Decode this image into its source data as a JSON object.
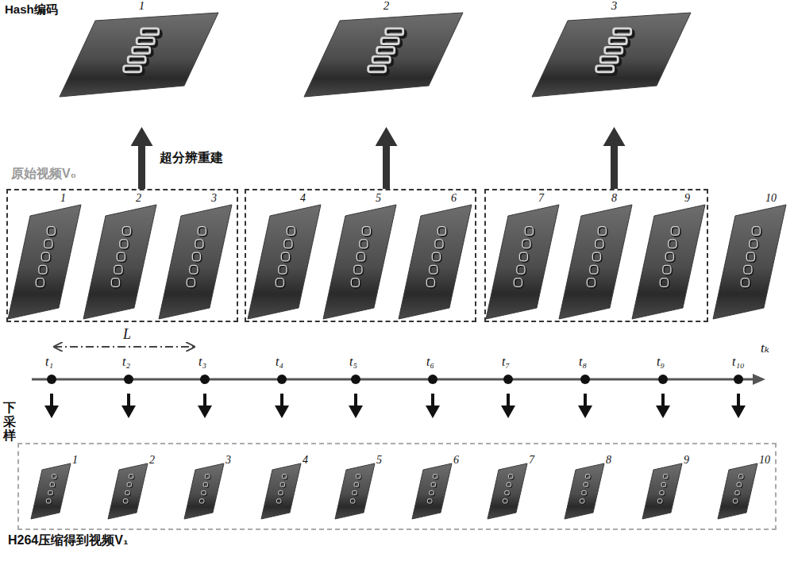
{
  "diagram": {
    "nodes": [
      {
        "text": [
          "1"
        ]
      },
      {
        "text": [
          "2"
        ]
      },
      {
        "text": [
          "3"
        ]
      },
      {
        "text": [
          "原始视频V₀"
        ]
      },
      {
        "text": []
      },
      {
        "text": []
      },
      {
        "text": [
          "1"
        ],
        "in": 3
      },
      {
        "text": [
          "2"
        ],
        "in": 3
      },
      {
        "text": [
          "3"
        ],
        "in": 3
      },
      {
        "text": [
          "4"
        ],
        "in": 4
      },
      {
        "text": [
          "5"
        ],
        "in": 4
      },
      {
        "text": [
          "6"
        ],
        "in": 4
      },
      {
        "text": [
          "7"
        ],
        "in": 5
      },
      {
        "text": [
          "8"
        ],
        "in": 5
      },
      {
        "text": [
          "9"
        ],
        "in": 5
      },
      {
        "text": [
          "10"
        ]
      },
      {
        "text": [
          "H264压缩得到视频V₁"
        ]
      },
      {
        "text": [
          "1"
        ],
        "in": 16
      },
      {
        "text": [
          "2"
        ],
        "in": 16
      },
      {
        "text": [
          "3"
        ],
        "in": 16
      },
      {
        "text": [
          "4"
        ],
        "in": 16
      },
      {
        "text": [
          "5"
        ],
        "in": 16
      },
      {
        "text": [
          "6"
        ],
        "in": 16
      },
      {
        "text": [
          "7"
        ],
        "in": 16
      },
      {
        "text": [
          "8"
        ],
        "in": 16
      },
      {
        "text": [
          "9"
        ],
        "in": 16
      },
      {
        "text": [
          "10"
        ],
        "in": 16
      }
    ],
    "edges": [
      {
        "from": 3,
        "to": 0,
        "arrow": "to",
        "label": "超分辨重建"
      },
      {
        "from": 4,
        "to": 1,
        "arrow": "to"
      },
      {
        "from": 5,
        "to": 2,
        "arrow": "to"
      }
    ],
    "labels": [
      "Hash编码",
      "下采样",
      "L",
      "t₁",
      "t₂",
      "t₃",
      "t₄",
      "t₅",
      "t₆",
      "t₇",
      "t₈",
      "t₉",
      "t₁₀",
      "tₖ"
    ]
  }
}
